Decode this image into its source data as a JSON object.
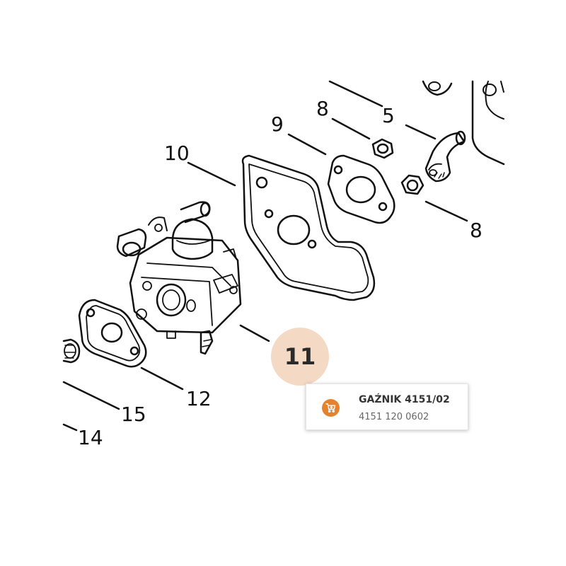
{
  "callouts": {
    "label_5": "5",
    "label_8_top": "8",
    "label_8_right": "8",
    "label_9": "9",
    "label_10": "10",
    "label_11": "11",
    "label_12": "12",
    "label_14": "14",
    "label_15": "15"
  },
  "popup": {
    "title": "GAŹNIK 4151/02",
    "part_number": "4151 120 0602",
    "icon": "cart-icon",
    "accent_color": "#e4822e"
  },
  "hotspot_color": "#ebb996"
}
